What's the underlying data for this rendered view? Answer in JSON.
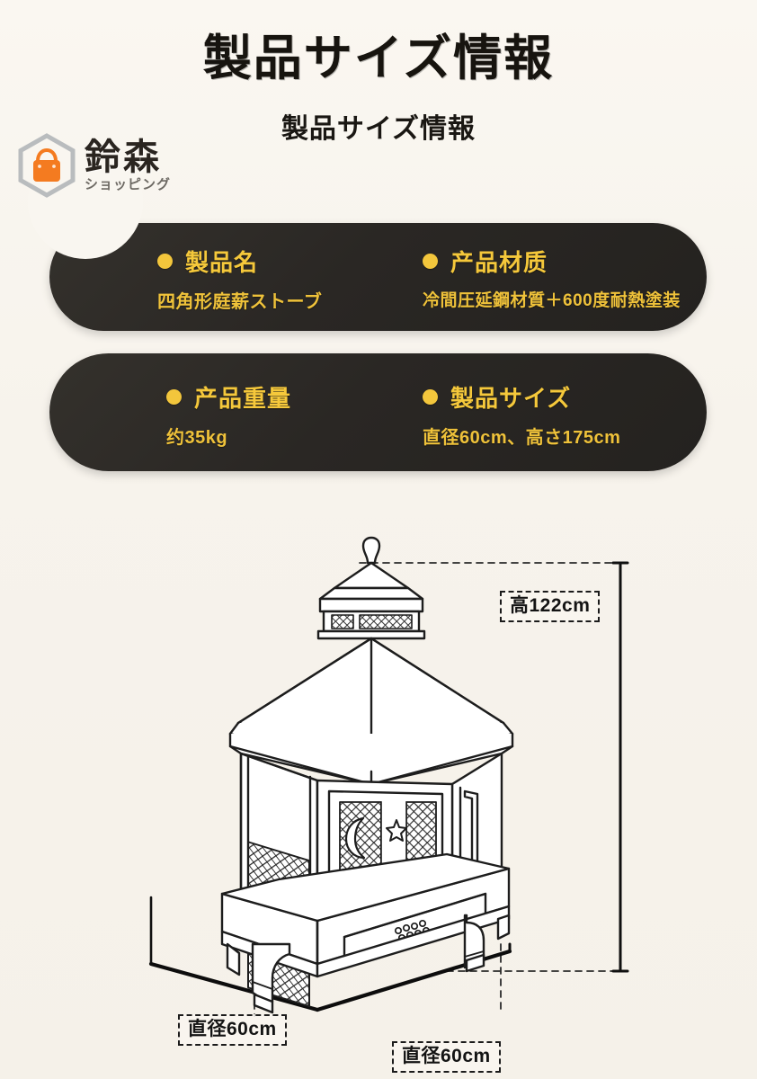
{
  "header": {
    "title": "製品サイズ情報",
    "subtitle": "製品サイズ情報"
  },
  "logo": {
    "icon": "shopping-bag-hexagon-icon",
    "name": "鈴森",
    "tagline": "ショッピング"
  },
  "spec_cards": [
    {
      "id": "card-1",
      "cells": [
        {
          "title": "製品名",
          "value": "四角形庭薪ストーブ",
          "bullet": "#f3c63c"
        },
        {
          "title": "产品材质",
          "value": "冷間圧延鋼材質＋600度耐熱塗装",
          "bullet": "#f3c63c"
        }
      ]
    },
    {
      "id": "card-2",
      "cells": [
        {
          "title": "产品重量",
          "value": "约35kg",
          "bullet": "#f3c63c"
        },
        {
          "title": "製品サイズ",
          "value": "直径60cm、高さ175cm",
          "bullet": "#f3c63c"
        }
      ]
    }
  ],
  "dimensions": {
    "height_label": "高122cm",
    "depth_label": "直径60cm",
    "width_label": "直径60cm"
  },
  "illustration": {
    "name": "square-garden-wood-stove-line-drawing",
    "features": [
      "chimney-cap-finial",
      "pagoda-roof",
      "mesh-side-panels",
      "moon-cutout",
      "star-cutout",
      "firewood-logs",
      "ash-drawer",
      "curved-legs"
    ]
  },
  "colors": {
    "background": "#f7f3ec",
    "card_dark": "#2a2724",
    "gold": "#f5c83b",
    "logo_orange": "#f47b20",
    "ink": "#141414"
  }
}
